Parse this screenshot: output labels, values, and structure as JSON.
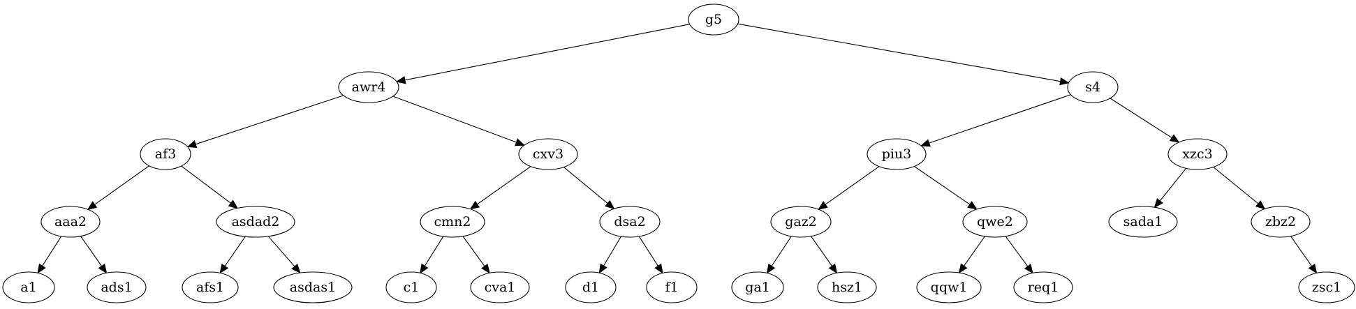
{
  "graph": {
    "directed": true,
    "colors": {
      "stroke": "#000000",
      "fill": "#ffffff",
      "text": "#000000"
    },
    "nodes": [
      {
        "id": "g5"
      },
      {
        "id": "awr4"
      },
      {
        "id": "s4"
      },
      {
        "id": "af3"
      },
      {
        "id": "cxv3"
      },
      {
        "id": "piu3"
      },
      {
        "id": "xzc3"
      },
      {
        "id": "aaa2"
      },
      {
        "id": "asdad2"
      },
      {
        "id": "cmn2"
      },
      {
        "id": "dsa2"
      },
      {
        "id": "gaz2"
      },
      {
        "id": "qwe2"
      },
      {
        "id": "sada1"
      },
      {
        "id": "zbz2"
      },
      {
        "id": "a1"
      },
      {
        "id": "ads1"
      },
      {
        "id": "afs1"
      },
      {
        "id": "asdas1"
      },
      {
        "id": "c1"
      },
      {
        "id": "cva1"
      },
      {
        "id": "d1"
      },
      {
        "id": "f1"
      },
      {
        "id": "ga1"
      },
      {
        "id": "hsz1"
      },
      {
        "id": "qqw1"
      },
      {
        "id": "req1"
      },
      {
        "id": "zsc1"
      }
    ],
    "edges": [
      [
        "g5",
        "awr4"
      ],
      [
        "g5",
        "s4"
      ],
      [
        "awr4",
        "af3"
      ],
      [
        "awr4",
        "cxv3"
      ],
      [
        "s4",
        "piu3"
      ],
      [
        "s4",
        "xzc3"
      ],
      [
        "af3",
        "aaa2"
      ],
      [
        "af3",
        "asdad2"
      ],
      [
        "cxv3",
        "cmn2"
      ],
      [
        "cxv3",
        "dsa2"
      ],
      [
        "piu3",
        "gaz2"
      ],
      [
        "piu3",
        "qwe2"
      ],
      [
        "xzc3",
        "sada1"
      ],
      [
        "xzc3",
        "zbz2"
      ],
      [
        "aaa2",
        "a1"
      ],
      [
        "aaa2",
        "ads1"
      ],
      [
        "asdad2",
        "afs1"
      ],
      [
        "asdad2",
        "asdas1"
      ],
      [
        "cmn2",
        "c1"
      ],
      [
        "cmn2",
        "cva1"
      ],
      [
        "dsa2",
        "d1"
      ],
      [
        "dsa2",
        "f1"
      ],
      [
        "gaz2",
        "ga1"
      ],
      [
        "gaz2",
        "hsz1"
      ],
      [
        "qwe2",
        "qqw1"
      ],
      [
        "qwe2",
        "req1"
      ],
      [
        "zbz2",
        "zsc1"
      ]
    ]
  }
}
